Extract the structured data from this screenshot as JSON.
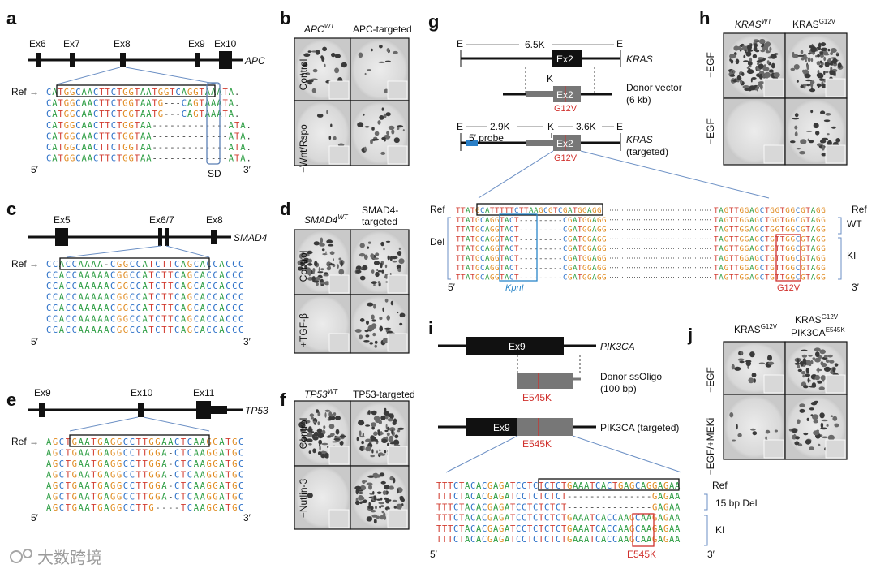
{
  "panels": {
    "a": "a",
    "b": "b",
    "c": "c",
    "d": "d",
    "e": "e",
    "f": "f",
    "g": "g",
    "h": "h",
    "i": "i",
    "j": "j"
  },
  "a": {
    "exons": [
      "Ex6",
      "Ex7",
      "Ex8",
      "Ex9",
      "Ex10"
    ],
    "gene": "APC",
    "ref": "Ref",
    "sd": "SD",
    "p5": "5′",
    "p3": "3′",
    "rows": [
      "CATGGCAACTTCTGGTAATGGTCAGGTAAATA.",
      "CATGGCAACTTCTGGTAATG---CAGTAAATA.",
      "CATGGCAACTTCTGGTAATG---CAGTAAATA.",
      "CATGGCAACTTCTGGTAA-------------ATA.",
      "CATGGCAACTTCTGGTAA-------------ATA.",
      "CATGGCAACTTCTGGTAA-------------ATA.",
      "CATGGCAACTTCTGGTAA-------------ATA."
    ]
  },
  "b": {
    "col1": "APC",
    "col1sup": "WT",
    "col2": "APC-targeted",
    "row1": "Control",
    "row2": "−Wnt/Rspo"
  },
  "c": {
    "exons": [
      "Ex5",
      "Ex6/7",
      "Ex8"
    ],
    "gene": "SMAD4",
    "ref": "Ref",
    "p5": "5′",
    "p3": "3′",
    "rows": [
      "CCACCAAAA-CGGCCATCTTCAGCACCACCC",
      "CCACCAAAAACGGCCATCTTCAGCACCACCC",
      "CCACCAAAAACGGCCATCTTCAGCACCACCC",
      "CCACCAAAAACGGCCATCTTCAGCACCACCC",
      "CCACCAAAAACGGCCATCTTCAGCACCACCC",
      "CCACCAAAAACGGCCATCTTCAGCACCACCC",
      "CCACCAAAAACGGCCATCTTCAGCACCACCC"
    ]
  },
  "d": {
    "col1": "SMAD4",
    "col1sup": "WT",
    "col2a": "SMAD4-",
    "col2b": "targeted",
    "row1": "Control",
    "row2": "+TGF-β"
  },
  "e": {
    "exons": [
      "Ex9",
      "Ex10",
      "Ex11"
    ],
    "gene": "TP53",
    "ref": "Ref",
    "p5": "5′",
    "p3": "3′",
    "rows": [
      "AGCTGAATGAGGCCTTGGAACTCAAGGATGC",
      "AGCTGAATGAGGCCTTGGA-CTCAAGGATGC",
      "AGCTGAATGAGGCCTTGGA-CTCAAGGATGC",
      "AGCTGAATGAGGCCTTGGA-CTCAAGGATGC",
      "AGCTGAATGAGGCCTTGGA-CTCAAGGATGC",
      "AGCTGAATGAGGCCTTGGA-CTCAAGGATGC",
      "AGCTGAATGAGGCCTTG----TCAAGGATGC"
    ]
  },
  "f": {
    "col1": "TP53",
    "col1sup": "WT",
    "col2": "TP53-targeted",
    "row1": "Control",
    "row2": "+Nutlin-3"
  },
  "g": {
    "e": "E",
    "k": "K",
    "d1": "6.5K",
    "d2": "2.9K",
    "d3": "3.6K",
    "ex2": "Ex2",
    "gene": "KRAS",
    "donor1": "Donor vector",
    "donor2": "(6 kb)",
    "g12v": "G12V",
    "targeted": "(targeted)",
    "probe": "5′ probe",
    "ref": "Ref",
    "del": "Del",
    "wt": "WT",
    "ki": "KI",
    "kpn": "KpnI",
    "p5": "5′",
    "p3": "3′",
    "left": [
      "TTATGCATTTTTCTTAAGCGTCGATGGAGG",
      "TTATGCAGGTACT---------CGATGGAGG",
      "TTATGCAGGTACT---------CGATGGAGG",
      "TTATGCAGGTACT---------CGATGGAGG",
      "TTATGCAGGTACT---------CGATGGAGG",
      "TTATGCAGGTACT---------CGATGGAGG",
      "TTATGCAGGTACT---------CGATGGAGG",
      "TTATGCAGGTACT---------CGATGGAGG"
    ],
    "right": [
      "TAGTTGGAGCTGGTGGCGTAGG",
      "TAGTTGGAGCTGGTGGCGTAGG",
      "TAGTTGGAGCTGGTGGCGTAGG",
      "TAGTTGGAGCTGTTGGCGTAGG",
      "TAGTTGGAGCTGTTGGCGTAGG",
      "TAGTTGGAGCTGTTGGCGTAGG",
      "TAGTTGGAGCTGTTGGCGTAGG",
      "TAGTTGGAGCTGTTGGCGTAGG"
    ]
  },
  "h": {
    "col1": "KRAS",
    "col1sup": "WT",
    "col2": "KRAS",
    "col2sup": "G12V",
    "row1": "+EGF",
    "row2": "−EGF"
  },
  "i": {
    "ex9": "Ex9",
    "gene": "PIK3CA",
    "donor1": "Donor ssOligo",
    "donor2": "(100 bp)",
    "e545k": "E545K",
    "targeted": "PIK3CA (targeted)",
    "ref": "Ref",
    "del": "15 bp Del",
    "ki": "KI",
    "p5": "5′",
    "p3": "3′",
    "rows": [
      "TTTCTACACGAGATCCTCTCTCTGAAATCACTGAGCAGGAGAA",
      "TTTCTACACGAGATCCTCTCTCT---------------GAGAA",
      "TTTCTACACGAGATCCTCTCTCT---------------GAGAA",
      "TTTCTACACGAGATCCTCTCTCTGAAATCACCAAGCAAGAGAA",
      "TTTCTACACGAGATCCTCTCTCTGAAATCACCAAGCAAGAGAA",
      "TTTCTACACGAGATCCTCTCTCTGAAATCACCAAGCAAGAGAA"
    ]
  },
  "j": {
    "col1": "KRAS",
    "col1sup": "G12V",
    "col2": "KRAS",
    "col2sup": "G12V",
    "col2b": "PIK3CA",
    "col2bsup": "E545K",
    "row1": "−EGF",
    "row2": "−EGF/+MEKi"
  },
  "watermark": "大数跨境",
  "colors": {
    "A": "#2e9e44",
    "C": "#2a6fc7",
    "G": "#e08a1e",
    "T": "#d13b2f",
    "dash": "#444444",
    "box": "#5b7fb5",
    "redbox": "#d0312d"
  }
}
